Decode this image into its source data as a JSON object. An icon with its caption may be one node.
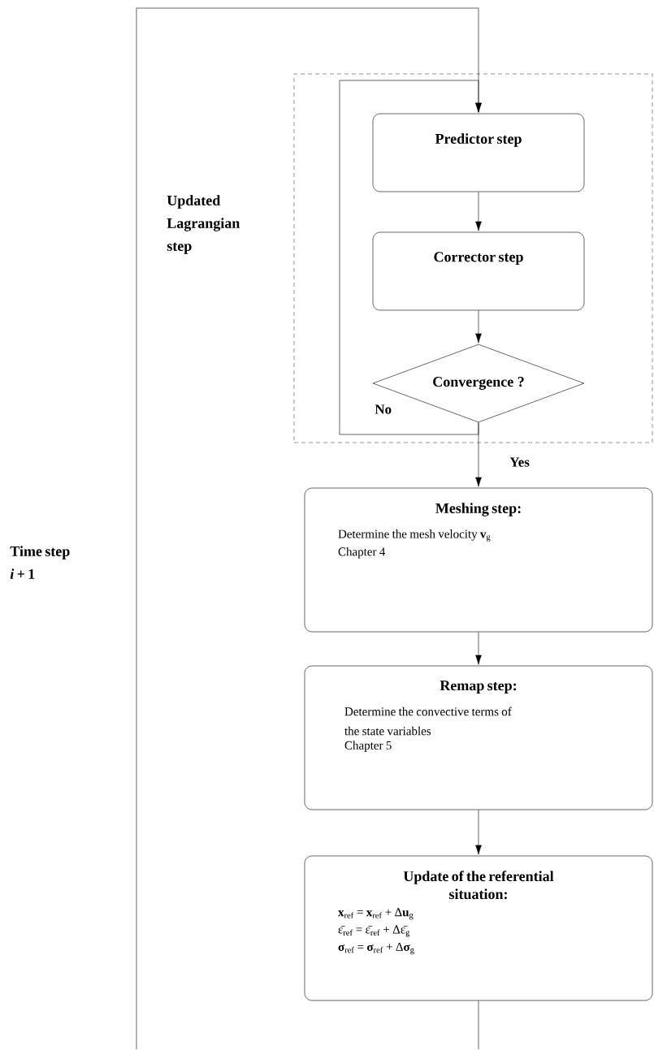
{
  "diagram": {
    "nodes": [
      {
        "text": [],
        "shape": "box"
      },
      {
        "text": [
          "Predictor step"
        ],
        "in": 0
      },
      {
        "text": [
          "Corrector step"
        ],
        "in": 0
      },
      {
        "text": [
          "Convergence ?"
        ],
        "in": 0
      },
      {
        "text": [
          "Meshing step:",
          "Determine the mesh velocity **v**$_{g}$",
          "Chapter 4"
        ]
      },
      {
        "text": [
          "Remap step:",
          "Determine the convective terms of the state variables",
          "Chapter 5"
        ]
      },
      {
        "text": [
          "Update of the referential situation:",
          "**x**$_{ref}$ = **x**$_{ref}$ + Δ**u**$_{g}$",
          "ε̄$_{ref}$ = ε̄$_{ref}$ + Δε̄$_{g}$",
          "**σ**$_{ref}$ = **σ**$_{ref}$ + Δ**σ**$_{g}$"
        ]
      }
    ],
    "edges": [
      {
        "from": null,
        "to": 1,
        "arrow": "to"
      },
      {
        "from": 1,
        "to": 2,
        "arrow": "to"
      },
      {
        "from": 2,
        "to": 3,
        "arrow": "to"
      },
      {
        "from": 3,
        "to": 1,
        "arrow": "to",
        "label": "No"
      },
      {
        "from": 3,
        "to": 4,
        "arrow": "to",
        "label": "Yes"
      },
      {
        "from": 4,
        "to": 5,
        "arrow": "to"
      },
      {
        "from": 5,
        "to": 6,
        "arrow": "to"
      },
      {
        "from": 6,
        "to": null,
        "arrow": "none"
      }
    ],
    "labels": [
      "Updated Lagrangian step",
      "Time step *i* + 1"
    ]
  }
}
